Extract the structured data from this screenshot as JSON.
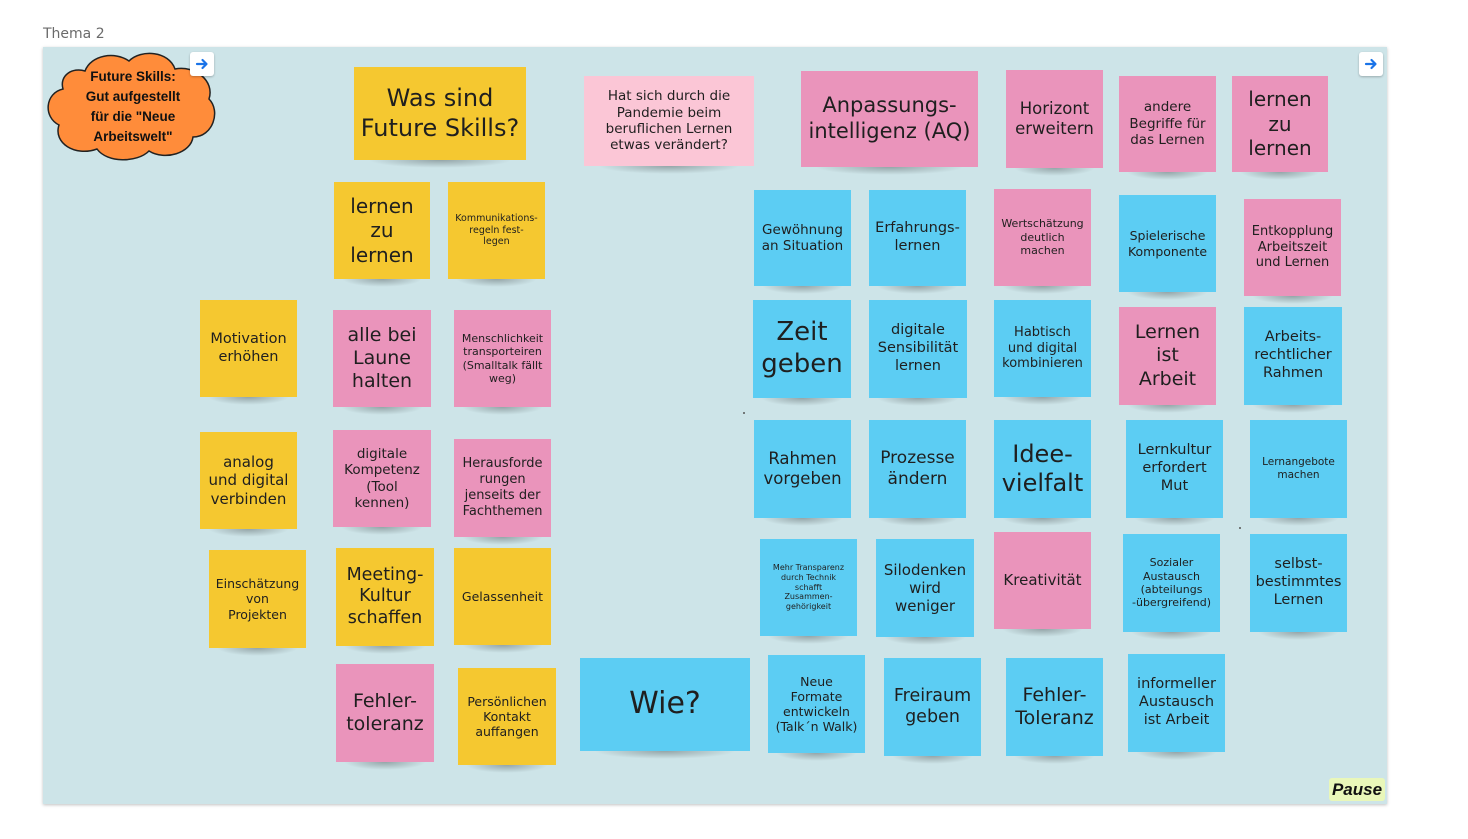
{
  "frame": {
    "title": "Thema 2"
  },
  "colors": {
    "yellow": "#f5c830",
    "pink": "#ea94bb",
    "light_pink": "#fbc6d6",
    "blue": "#5ccdf3",
    "cloud": "#ff8c3a",
    "frame_bg": "#cde4e8"
  },
  "header_cloud": {
    "text": "Future Skills:\nGut aufgestellt\nfür die \"Neue\nArbeitswelt\""
  },
  "pause_badge": {
    "label": "Pause"
  },
  "nav_buttons": {
    "left_icon": "arrow-right-icon",
    "right_icon": "arrow-right-icon"
  },
  "stickies": [
    {
      "text": "Was sind\nFuture Skills?",
      "color": "yellow"
    },
    {
      "text": "Hat sich durch die\nPandemie beim\nberuflichen Lernen\netwas verändert?",
      "color": "light_pink"
    },
    {
      "text": "Anpassungs-\nintelligenz (AQ)",
      "color": "pink"
    },
    {
      "text": "Horizont\nerweitern",
      "color": "pink"
    },
    {
      "text": "andere\nBegriffe für\ndas Lernen",
      "color": "pink"
    },
    {
      "text": "lernen\nzu\nlernen",
      "color": "pink"
    },
    {
      "text": "lernen\nzu\nlernen",
      "color": "yellow"
    },
    {
      "text": "Kommunikations-\nregeln fest-\nlegen",
      "color": "yellow"
    },
    {
      "text": "Gewöhnung\nan Situation",
      "color": "blue"
    },
    {
      "text": "Erfahrungs-\nlernen",
      "color": "blue"
    },
    {
      "text": "Wertschätzung\ndeutlich\nmachen",
      "color": "pink"
    },
    {
      "text": "Spielerische\nKomponente",
      "color": "blue"
    },
    {
      "text": "Entkopplung\nArbeitszeit\nund Lernen",
      "color": "pink"
    },
    {
      "text": "Motivation\nerhöhen",
      "color": "yellow"
    },
    {
      "text": "alle bei\nLaune\nhalten",
      "color": "pink"
    },
    {
      "text": "Menschlichkeit\ntransporteiren\n(Smalltalk fällt\nweg)",
      "color": "pink"
    },
    {
      "text": "Zeit\ngeben",
      "color": "blue"
    },
    {
      "text": "digitale\nSensibilität\nlernen",
      "color": "blue"
    },
    {
      "text": "Habtisch\nund digital\nkombinieren",
      "color": "blue"
    },
    {
      "text": "Lernen\nist\nArbeit",
      "color": "pink"
    },
    {
      "text": "Arbeits-\nrechtlicher\nRahmen",
      "color": "blue"
    },
    {
      "text": "analog\nund digital\nverbinden",
      "color": "yellow"
    },
    {
      "text": "digitale\nKompetenz\n(Tool\nkennen)",
      "color": "pink"
    },
    {
      "text": "Herausforde\nrungen\njenseits der\nFachthemen",
      "color": "pink"
    },
    {
      "text": "Rahmen\nvorgeben",
      "color": "blue"
    },
    {
      "text": "Prozesse\nändern",
      "color": "blue"
    },
    {
      "text": "Idee-\nvielfalt",
      "color": "blue"
    },
    {
      "text": "Lernkultur\nerfordert\nMut",
      "color": "blue"
    },
    {
      "text": "Lernangebote\nmachen",
      "color": "blue"
    },
    {
      "text": "Einschätzung\nvon Projekten",
      "color": "yellow"
    },
    {
      "text": "Meeting-\nKultur\nschaffen",
      "color": "yellow"
    },
    {
      "text": "Gelassenheit",
      "color": "yellow"
    },
    {
      "text": "Mehr Transparenz\ndurch Technik\nschafft\nZusammen-\ngehörigkeit",
      "color": "blue"
    },
    {
      "text": "Silodenken\nwird\nweniger",
      "color": "blue"
    },
    {
      "text": "Kreativität",
      "color": "pink"
    },
    {
      "text": "Sozialer\nAustausch\n(abteilungs\n-übergreifend)",
      "color": "blue"
    },
    {
      "text": "selbst-\nbestimmtes\nLernen",
      "color": "blue"
    },
    {
      "text": "Fehler-\ntoleranz",
      "color": "pink"
    },
    {
      "text": "Persönlichen\nKontakt\nauffangen",
      "color": "yellow"
    },
    {
      "text": "Wie?",
      "color": "blue"
    },
    {
      "text": "Neue\nFormate\nentwickeln\n(Talk´n Walk)",
      "color": "blue"
    },
    {
      "text": "Freiraum\ngeben",
      "color": "blue"
    },
    {
      "text": "Fehler-\nToleranz",
      "color": "blue"
    },
    {
      "text": "informeller\nAustausch\nist Arbeit",
      "color": "blue"
    }
  ]
}
